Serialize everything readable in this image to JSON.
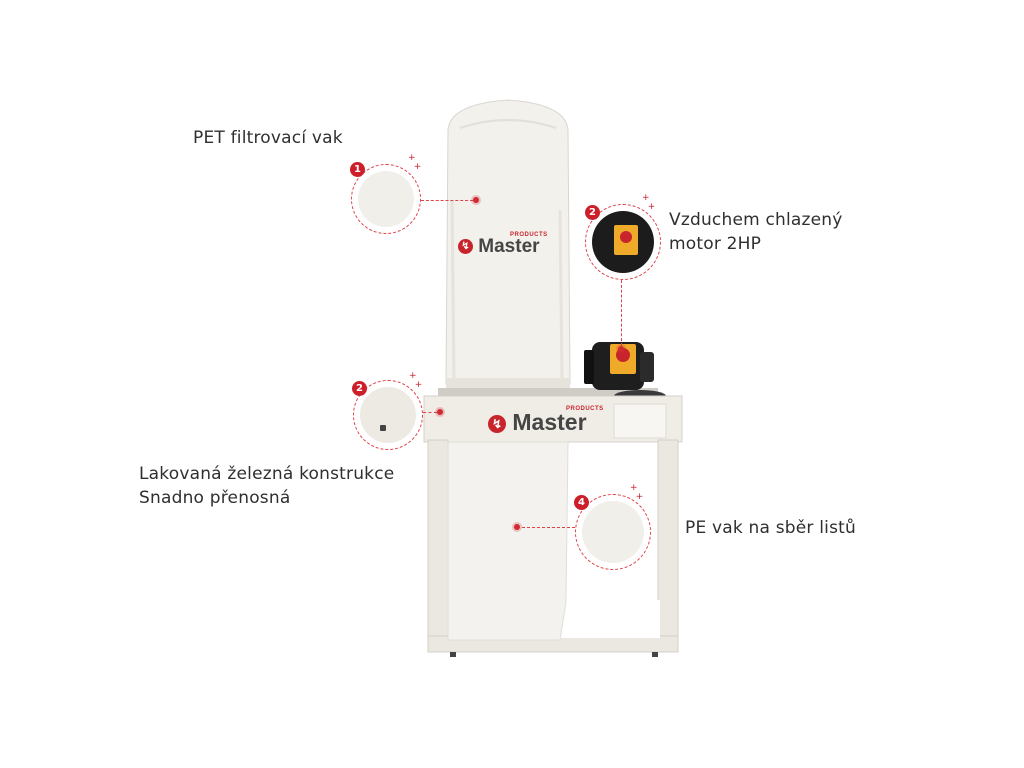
{
  "callouts": [
    {
      "id": "filter-bag",
      "number": "1",
      "lines": [
        "PET filtrovací vak"
      ]
    },
    {
      "id": "motor",
      "number": "2",
      "lines": [
        "Vzduchem chlazený",
        "motor 2HP"
      ]
    },
    {
      "id": "frame",
      "number": "2",
      "lines": [
        "Lakovaná železná konstrukce",
        "Snadno přenosná"
      ]
    },
    {
      "id": "collection-bag",
      "number": "4",
      "lines": [
        "PE vak na sběr listů"
      ]
    }
  ],
  "brand": {
    "name": "Master",
    "sub": "PRODUCTS"
  },
  "colors": {
    "accent": "#cc1f2a",
    "machine_body": "#efece6",
    "bag": "#f2f0eb",
    "motor": "#1c1c1c"
  },
  "icons": {
    "marker": "plus-sparkle-icon",
    "logo": "master-logo-icon"
  }
}
